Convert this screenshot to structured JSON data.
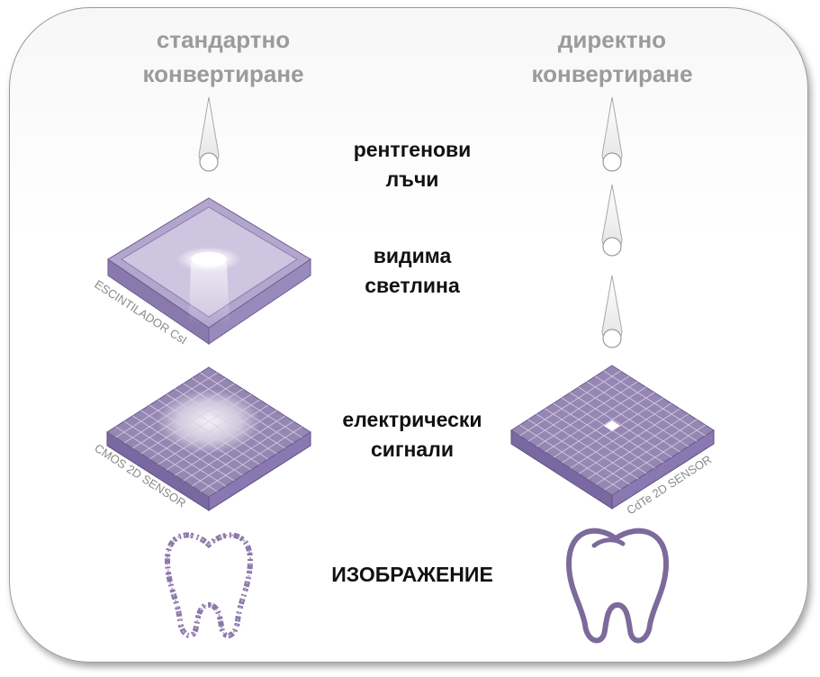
{
  "titles": {
    "left": [
      "стандартно",
      "конвертиране"
    ],
    "right": [
      "директно",
      "конвертиране"
    ]
  },
  "stages": {
    "xray": [
      "рентгенови",
      "лъчи"
    ],
    "visible_light": [
      "видима",
      "светлина"
    ],
    "electric_signals": [
      "електрически",
      "сигнали"
    ],
    "image": "ИЗОБРАЖЕНИЕ"
  },
  "sensors": {
    "scintillator": "ESCINTILADOR CsI",
    "cmos": "CMOS 2D SENSOR",
    "cdte": "CdTe 2D SENSOR"
  },
  "colors": {
    "title_gray": "#9b9b9b",
    "sensor_top": "#9586b2",
    "sensor_side": "#7d6ca3",
    "plate_top": "#c7bcda",
    "tooth_outline": "#7d6a9b"
  }
}
